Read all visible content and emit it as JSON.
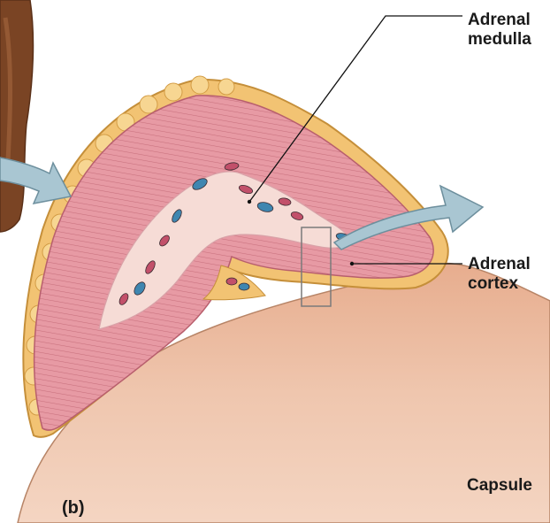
{
  "labels": {
    "medulla_line1": "Adrenal",
    "medulla_line2": "medulla",
    "cortex_line1": "Adrenal",
    "cortex_line2": "cortex",
    "capsule": "Capsule",
    "panel": "(b)"
  },
  "colors": {
    "cortex_fill": "#e79aa4",
    "cortex_stripe": "#c8707d",
    "medulla_fill": "#f6dcd6",
    "capsule_fat": "#f2c373",
    "kidney": "#e9bba0",
    "arrow_fill": "#a9c6d2",
    "vessel_blue": "#3f86b0",
    "vessel_red": "#c2506a"
  }
}
